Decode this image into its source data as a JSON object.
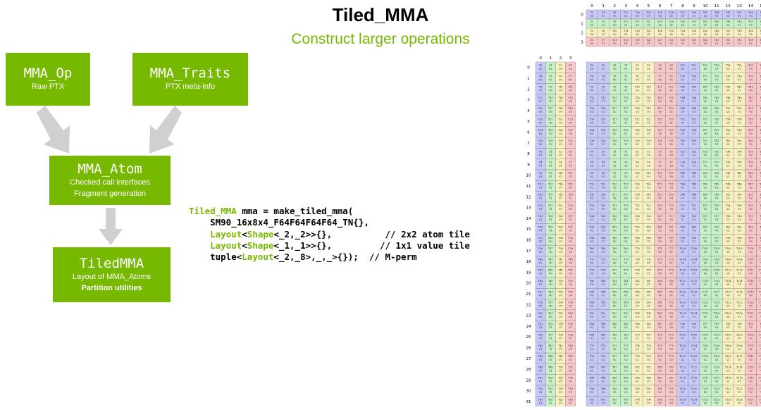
{
  "title": "Tiled_MMA",
  "subtitle": "Construct larger operations",
  "boxes": {
    "mma_op": {
      "name": "MMA_Op",
      "lines": [
        "Raw PTX"
      ]
    },
    "mma_traits": {
      "name": "MMA_Traits",
      "lines": [
        "PTX meta-info"
      ]
    },
    "mma_atom": {
      "name": "MMA_Atom",
      "lines": [
        "Checked call interfaces",
        "Fragment generation"
      ]
    },
    "tiled_mma": {
      "name": "TiledMMA",
      "lines": [
        "Layout of MMA_Atoms"
      ],
      "bold_line": "Partition utilities"
    }
  },
  "code": {
    "l1_kw": "Tiled_MMA",
    "l1_rest": " mma = make_tiled_mma(",
    "l2": "    SM90_16x8x4_F64F64F64F64_TN{},",
    "l3_kw1": "Layout",
    "l3_mid": "<",
    "l3_kw2": "Shape",
    "l3_rest": "<_2,_2>>{},",
    "l3_comment": "// 2x2 atom tile",
    "l4_kw1": "Layout",
    "l4_mid": "<",
    "l4_kw2": "Shape",
    "l4_rest": "<_1,_1>>{},",
    "l4_comment": "// 1x1 value tile",
    "l5_pre": "tuple<",
    "l5_kw": "Layout",
    "l5_rest": "<_2,_8>,_,_>{});",
    "l5_comment": "// M-perm"
  },
  "grid": {
    "b_cols": 16,
    "b_rows": 4,
    "a_cols": 4,
    "a_rows": 32,
    "c_cols": 16,
    "c_rows": 32,
    "colors": [
      "#c8c8f8",
      "#c8f0c8",
      "#f8f0c0",
      "#f8c8c8"
    ]
  }
}
